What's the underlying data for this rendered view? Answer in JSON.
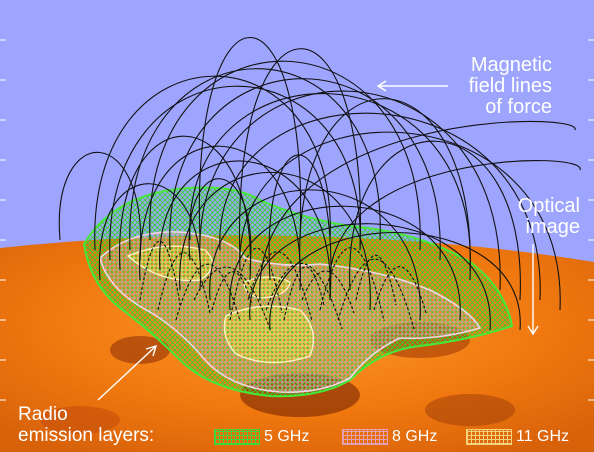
{
  "labels": {
    "magnetic": "Magnetic\nfield lines\nof force",
    "optical": "Optical\nimage",
    "radio": "Radio\nemission layers:"
  },
  "legend": [
    {
      "label": "5 GHz",
      "color": "#41d63a"
    },
    {
      "label": "8 GHz",
      "color": "#e3a0b4"
    },
    {
      "label": "11 GHz",
      "color": "#f2d27a"
    }
  ],
  "colors": {
    "sky": "#9ea5ff",
    "sun": "#f07a14",
    "field_lines": "#111111",
    "arrow": "#ffffff"
  }
}
